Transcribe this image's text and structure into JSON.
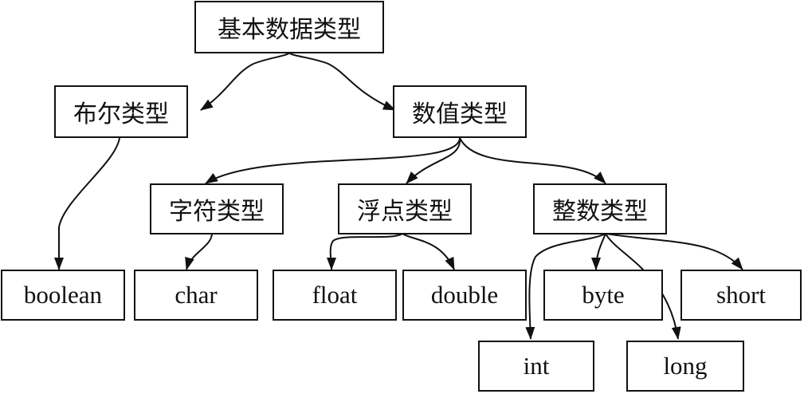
{
  "diagram": {
    "root": {
      "label": "基本数据类型"
    },
    "boolean_type": {
      "label": "布尔类型"
    },
    "numeric_type": {
      "label": "数值类型"
    },
    "char_type": {
      "label": "字符类型"
    },
    "float_type": {
      "label": "浮点类型"
    },
    "integer_type": {
      "label": "整数类型"
    },
    "leaves": {
      "boolean": "boolean",
      "char": "char",
      "float": "float",
      "double": "double",
      "byte": "byte",
      "short": "short",
      "int": "int",
      "long": "long"
    }
  },
  "colors": {
    "stroke": "#111111",
    "background": "#ffffff"
  }
}
